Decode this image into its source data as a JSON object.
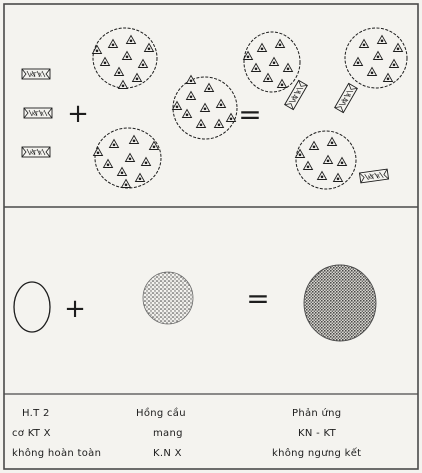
{
  "colors": {
    "paper": "#f4f3ef",
    "ink": "#1d1d1d",
    "frame": "#4a4a4a"
  },
  "top_panel": {
    "antibody_tags": [
      "KT X",
      "KT X",
      "KT X"
    ],
    "plus_sign": "+",
    "equals_sign": "=",
    "attached_antibody_tags": [
      "KT X",
      "KT X",
      "KT X"
    ]
  },
  "middle_panel": {
    "plus_sign": "+",
    "equals_sign": "="
  },
  "legend": {
    "col1": [
      "H.T 2",
      "cơ KT X",
      "không hoàn toàn"
    ],
    "col2": [
      "Hồng cầu",
      "mang",
      "K.N X"
    ],
    "col3": [
      "Phản ứng",
      "KN - KT",
      "không ngưng kết"
    ]
  },
  "icons": [
    "antibody-icon",
    "red-cell-with-antigen-icon",
    "red-cell-outline-icon",
    "stippled-red-cell-icon",
    "plus-icon",
    "equals-icon"
  ]
}
